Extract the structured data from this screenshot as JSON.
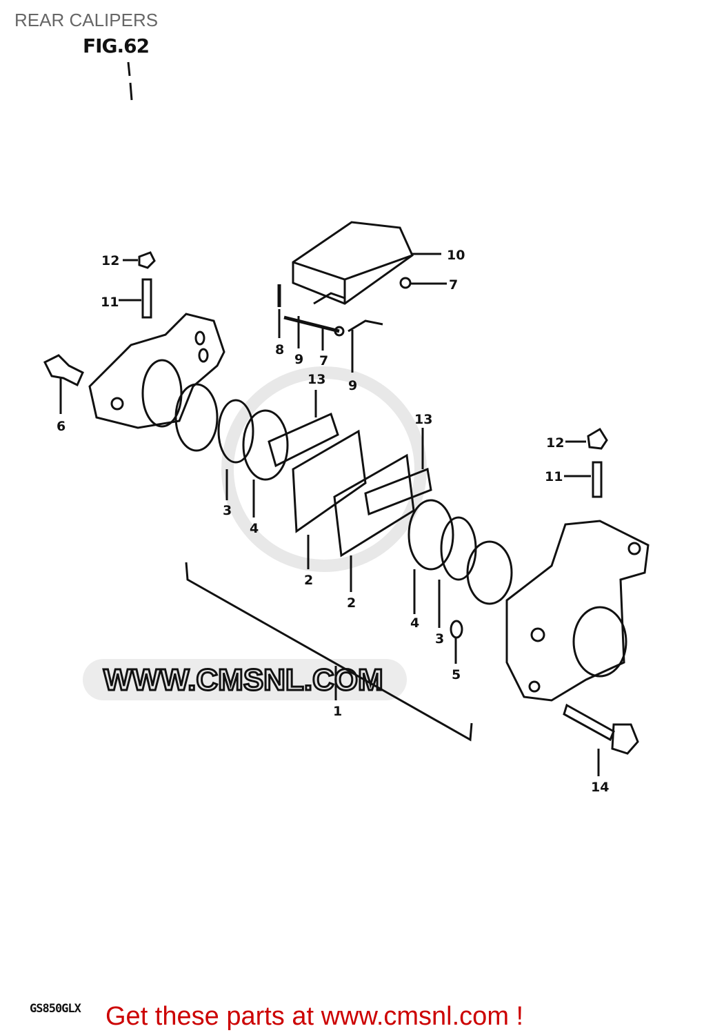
{
  "page_title": "REAR CALIPERS",
  "figure_label": "FIG.62",
  "model_code": "GS850GLX",
  "promo_text": "Get these parts at www.cmsnl.com !",
  "watermark_text": "WWW.CMSNL.COM",
  "colors": {
    "promo": "#cc0000",
    "title": "#666666",
    "line_art": "#111111",
    "watermark": "#e6e6e6"
  },
  "callouts": [
    "12",
    "11",
    "6",
    "8",
    "9",
    "7",
    "9",
    "10",
    "7",
    "13",
    "13",
    "3",
    "4",
    "2",
    "2",
    "4",
    "3",
    "5",
    "12",
    "11",
    "1",
    "14"
  ]
}
